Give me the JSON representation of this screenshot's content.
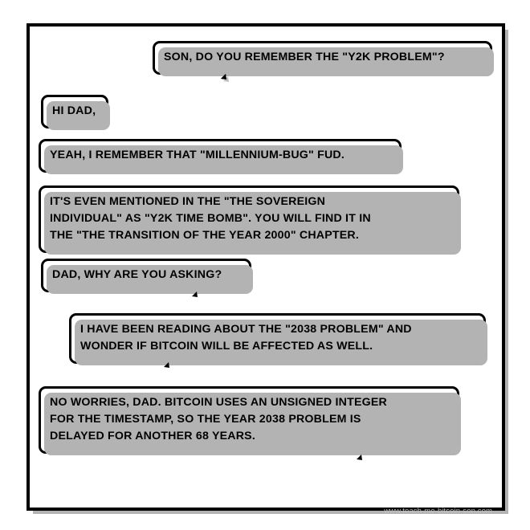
{
  "panel": {
    "watermark": "www.teach-me-bitcoin-son.com",
    "background_color": "#ffffff",
    "frame_color": "#000000",
    "shadow_color": "#b3b3b3"
  },
  "conversation": {
    "messages": [
      {
        "id": "msg-1",
        "speaker": "dad",
        "align": "right",
        "text": "SON, DO YOU REMEMBER THE \"Y2K PROBLEM\"?",
        "has_tail": true
      },
      {
        "id": "msg-2",
        "speaker": "son",
        "align": "left",
        "text": "HI DAD,",
        "has_tail": false
      },
      {
        "id": "msg-3",
        "speaker": "son",
        "align": "left",
        "text": "YEAH, I REMEMBER THAT \"MILLENNIUM-BUG\" FUD.",
        "has_tail": false
      },
      {
        "id": "msg-4",
        "speaker": "son",
        "align": "left",
        "text": "IT'S EVEN MENTIONED IN THE \"THE SOVEREIGN\nINDIVIDUAL\" AS \"Y2K TIME BOMB\". YOU WILL FIND IT IN\nTHE \"THE TRANSITION OF THE YEAR 2000\" CHAPTER.",
        "has_tail": false
      },
      {
        "id": "msg-5",
        "speaker": "son",
        "align": "left",
        "text": "DAD, WHY ARE YOU ASKING?",
        "has_tail": true
      },
      {
        "id": "msg-6",
        "speaker": "dad",
        "align": "right",
        "text": "I HAVE BEEN READING ABOUT THE \"2038 PROBLEM\" AND\nWONDER IF BITCOIN WILL BE AFFECTED AS WELL.",
        "has_tail": true
      },
      {
        "id": "msg-7",
        "speaker": "son",
        "align": "left",
        "text": "NO WORRIES, DAD. BITCOIN USES AN UNSIGNED INTEGER\nFOR THE TIMESTAMP, SO THE YEAR 2038 PROBLEM IS\nDELAYED FOR ANOTHER 68 YEARS.",
        "has_tail": true
      }
    ]
  }
}
